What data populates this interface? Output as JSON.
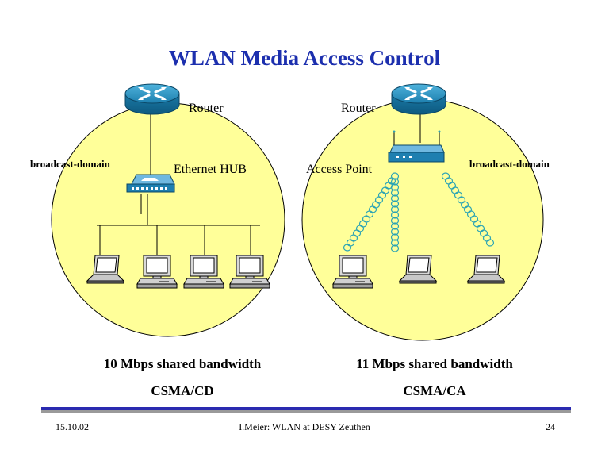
{
  "slide": {
    "title": "WLAN Media Access Control"
  },
  "left_network": {
    "router_label": "Router",
    "domain_label": "broadcast-domain",
    "hub_label": "Ethernet HUB",
    "bandwidth": "10 Mbps shared bandwidth",
    "protocol": "CSMA/CD",
    "devices": [
      "laptop",
      "desktop",
      "desktop",
      "desktop"
    ]
  },
  "right_network": {
    "router_label": "Router",
    "domain_label": "broadcast-domain",
    "ap_label": "Access Point",
    "bandwidth": "11 Mbps shared bandwidth",
    "protocol": "CSMA/CA",
    "devices": [
      "desktop",
      "laptop",
      "laptop"
    ]
  },
  "footer": {
    "date": "15.10.02",
    "author": "I.Meier: WLAN at DESY Zeuthen",
    "page": "24"
  },
  "colors": {
    "title": "#1c2fae",
    "domain_fill": "#ffff99",
    "router": "#1e88b5",
    "wave": "#2aa3b5",
    "footer_bar": "#2a2ab0"
  }
}
